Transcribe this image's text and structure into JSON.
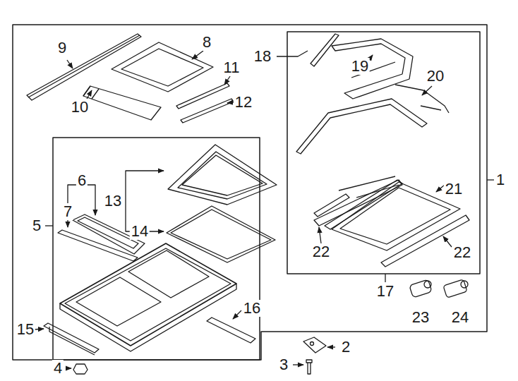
{
  "diagram": {
    "labels": [
      "9",
      "8",
      "18",
      "11",
      "19",
      "20",
      "10",
      "12",
      "21",
      "1",
      "6",
      "13",
      "7",
      "5",
      "14",
      "22",
      "22",
      "17",
      "16",
      "23",
      "24",
      "15",
      "2",
      "3",
      "4"
    ]
  }
}
